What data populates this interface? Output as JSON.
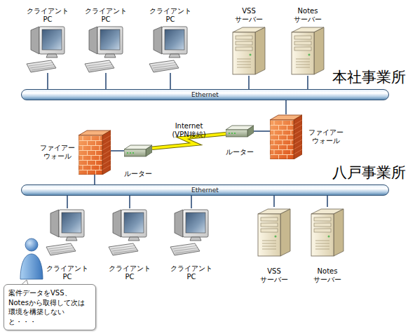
{
  "diagram": {
    "nodes": [
      {
        "text": [
          "クライアント PC"
        ]
      },
      {
        "text": [
          "クライアント PC"
        ]
      },
      {
        "text": [
          "クライアント PC"
        ]
      },
      {
        "text": [
          "VSS サーバー"
        ]
      },
      {
        "text": [
          "Notes サーバー"
        ]
      },
      {
        "text": [
          "Ethernet"
        ]
      },
      {
        "text": [
          "ファイアー ウォール"
        ]
      },
      {
        "text": [
          "ルーター"
        ]
      },
      {
        "text": [
          "ファイアー ウォール"
        ]
      },
      {
        "text": [
          "ルーター"
        ]
      },
      {
        "text": [
          "Ethernet"
        ]
      },
      {
        "text": [
          "クライアント PC"
        ]
      },
      {
        "text": [
          "クライアント PC"
        ]
      },
      {
        "text": [
          "クライアント PC"
        ]
      },
      {
        "text": [
          "VSS サーバー"
        ]
      },
      {
        "text": [
          "Notes サーバー"
        ]
      },
      {
        "text": [
          "案件データをVSS、Notesから取得して次は環境を構築しないと・・・"
        ]
      }
    ],
    "edges": [
      {
        "from": 0,
        "to": 5,
        "arrow": "none"
      },
      {
        "from": 1,
        "to": 5,
        "arrow": "none"
      },
      {
        "from": 2,
        "to": 5,
        "arrow": "none"
      },
      {
        "from": 3,
        "to": 5,
        "arrow": "none"
      },
      {
        "from": 4,
        "to": 5,
        "arrow": "none"
      },
      {
        "from": 5,
        "to": 6,
        "arrow": "none"
      },
      {
        "from": 6,
        "to": 7,
        "arrow": "none"
      },
      {
        "from": 7,
        "to": 9,
        "label": "Internet (VPN接続)",
        "arrow": "none"
      },
      {
        "from": 9,
        "to": 8,
        "arrow": "none"
      },
      {
        "from": 8,
        "to": 10,
        "arrow": "none"
      },
      {
        "from": 10,
        "to": 11,
        "arrow": "none"
      },
      {
        "from": 10,
        "to": 12,
        "arrow": "none"
      },
      {
        "from": 10,
        "to": 13,
        "arrow": "none"
      },
      {
        "from": 10,
        "to": 14,
        "arrow": "none"
      },
      {
        "from": 10,
        "to": 15,
        "arrow": "none"
      }
    ],
    "labels": [
      "本社事業所",
      "八戸事業所"
    ]
  }
}
